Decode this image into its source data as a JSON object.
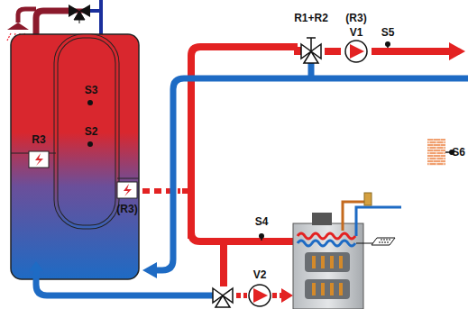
{
  "diagram": {
    "labels": [
      "R1+R2",
      "(R3)",
      "V1",
      "S5",
      "S3",
      "S2",
      "R3",
      "(R3)",
      "S4",
      "V2",
      "S6"
    ]
  }
}
